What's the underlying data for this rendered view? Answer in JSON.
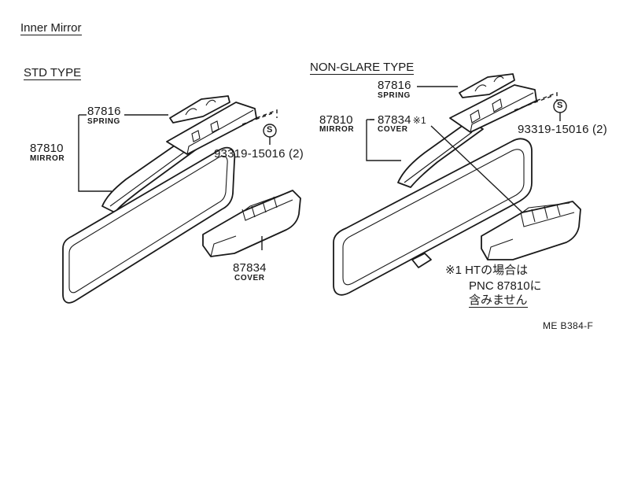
{
  "title": "Inner Mirror",
  "sections": {
    "std": {
      "label": "STD TYPE"
    },
    "nonglare": {
      "label": "NON-GLARE TYPE"
    }
  },
  "std_parts": {
    "spring": {
      "number": "87816",
      "name": "SPRING"
    },
    "mirror": {
      "number": "87810",
      "name": "MIRROR"
    },
    "screw": {
      "number": "93319-15016 (2)",
      "symbol": "S"
    },
    "cover": {
      "number": "87834",
      "name": "COVER"
    }
  },
  "nonglare_parts": {
    "spring": {
      "number": "87816",
      "name": "SPRING"
    },
    "mirror": {
      "number": "87810",
      "name": "MIRROR"
    },
    "cover": {
      "number": "87834",
      "mark": "※1",
      "name": "COVER"
    },
    "screw": {
      "number": "93319-15016 (2)",
      "symbol": "S"
    }
  },
  "note": {
    "line1": "※1 HTの場合は",
    "line2": "PNC 87810に",
    "line3": "含みません"
  },
  "drawing_code": "ME B384-F"
}
